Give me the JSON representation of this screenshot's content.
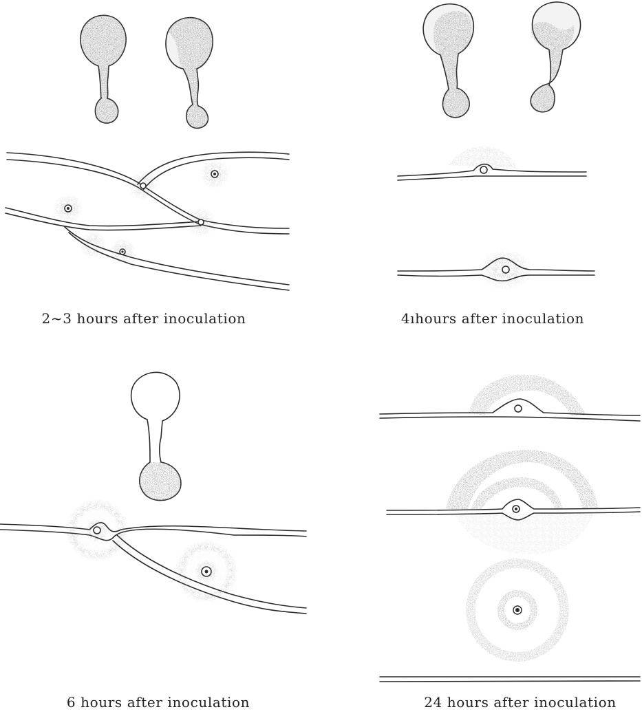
{
  "captions": {
    "p1": "2~3 hours after inoculation",
    "p2": "4ıhours after inoculation",
    "p3": "6 hours after inoculation",
    "p4": "24 hours after inoculation"
  },
  "colors": {
    "ink": "#2a2a2a",
    "stipple": "#555555",
    "paper": "#ffffff"
  }
}
